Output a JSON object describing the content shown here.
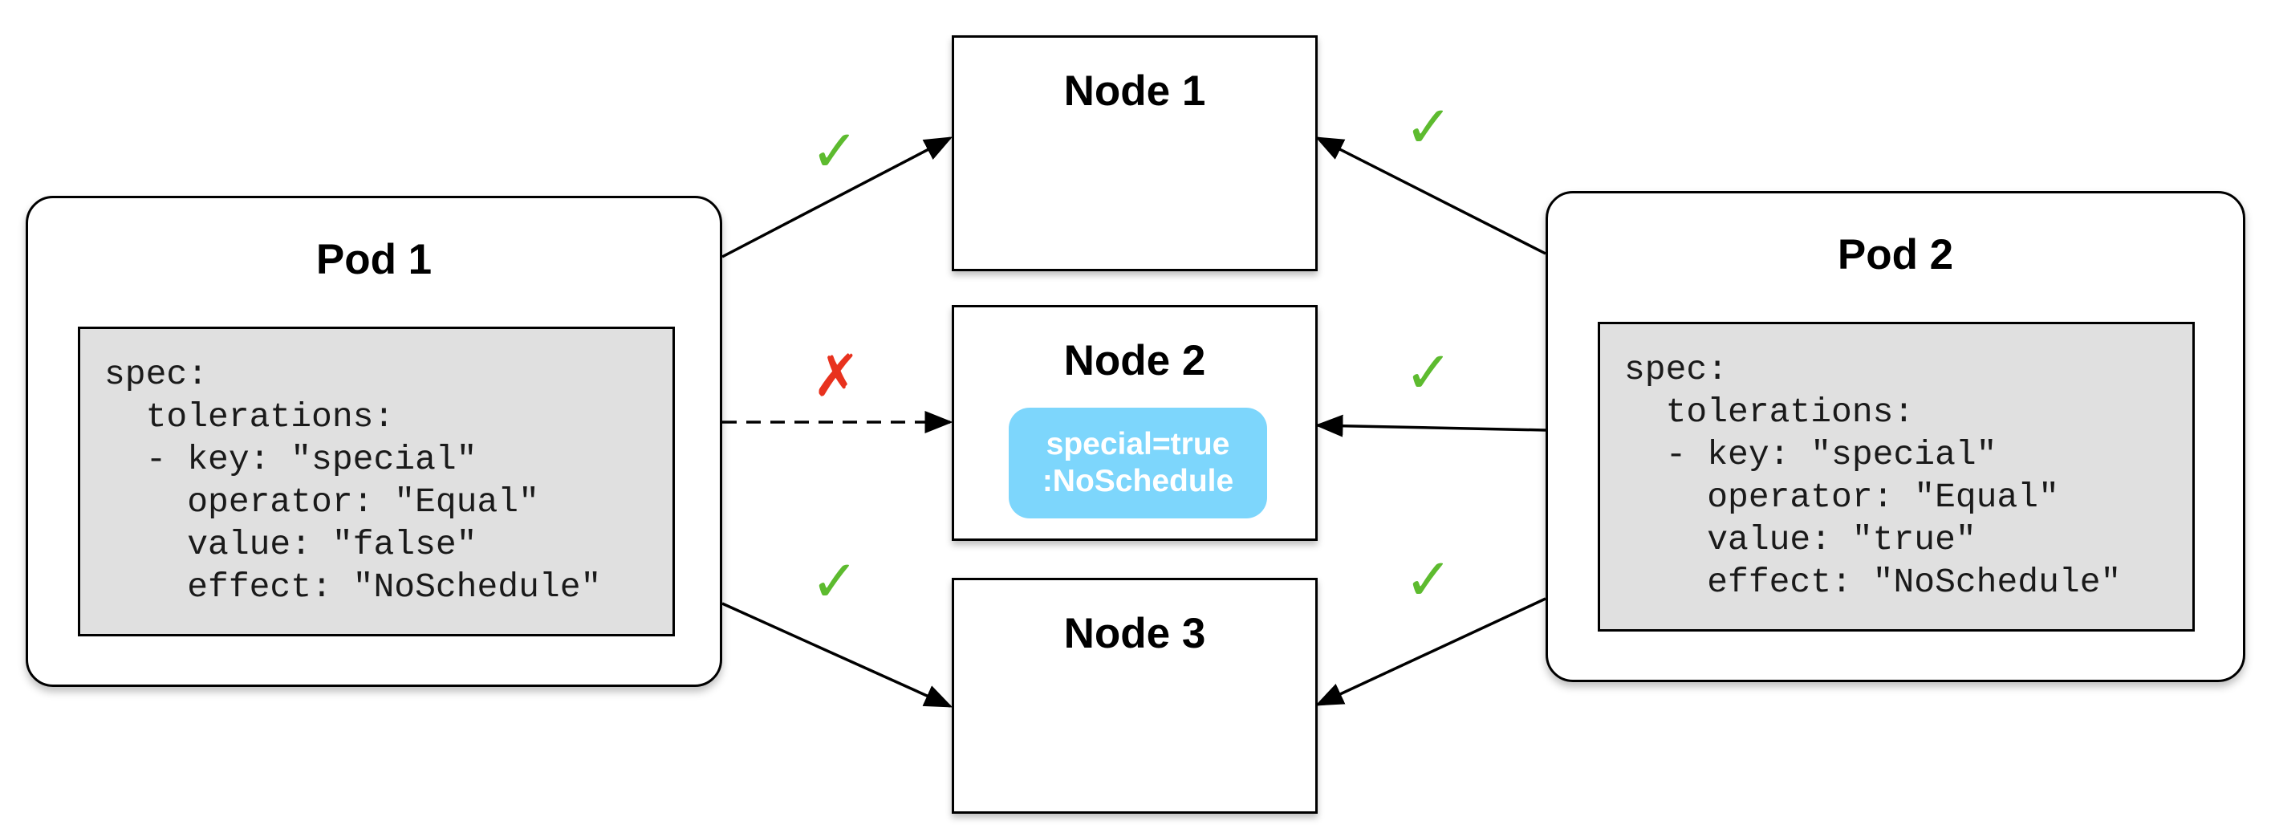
{
  "pods": [
    {
      "title": "Pod 1",
      "code": "spec:\n  tolerations:\n  - key: \"special\"\n    operator: \"Equal\"\n    value: \"false\"\n    effect: \"NoSchedule\""
    },
    {
      "title": "Pod 2",
      "code": "spec:\n  tolerations:\n  - key: \"special\"\n    operator: \"Equal\"\n    value: \"true\"\n    effect: \"NoSchedule\""
    }
  ],
  "nodes": [
    {
      "title": "Node 1"
    },
    {
      "title": "Node 2",
      "taint_line1": "special=true",
      "taint_line2": ":NoSchedule"
    },
    {
      "title": "Node 3"
    }
  ],
  "marks": {
    "check": "✓",
    "cross": "✗",
    "check_color": "#5dbb2f",
    "cross_color": "#e8321e"
  },
  "colors": {
    "code_background": "#e0e0e0",
    "taint_background": "#7dd6fc"
  }
}
